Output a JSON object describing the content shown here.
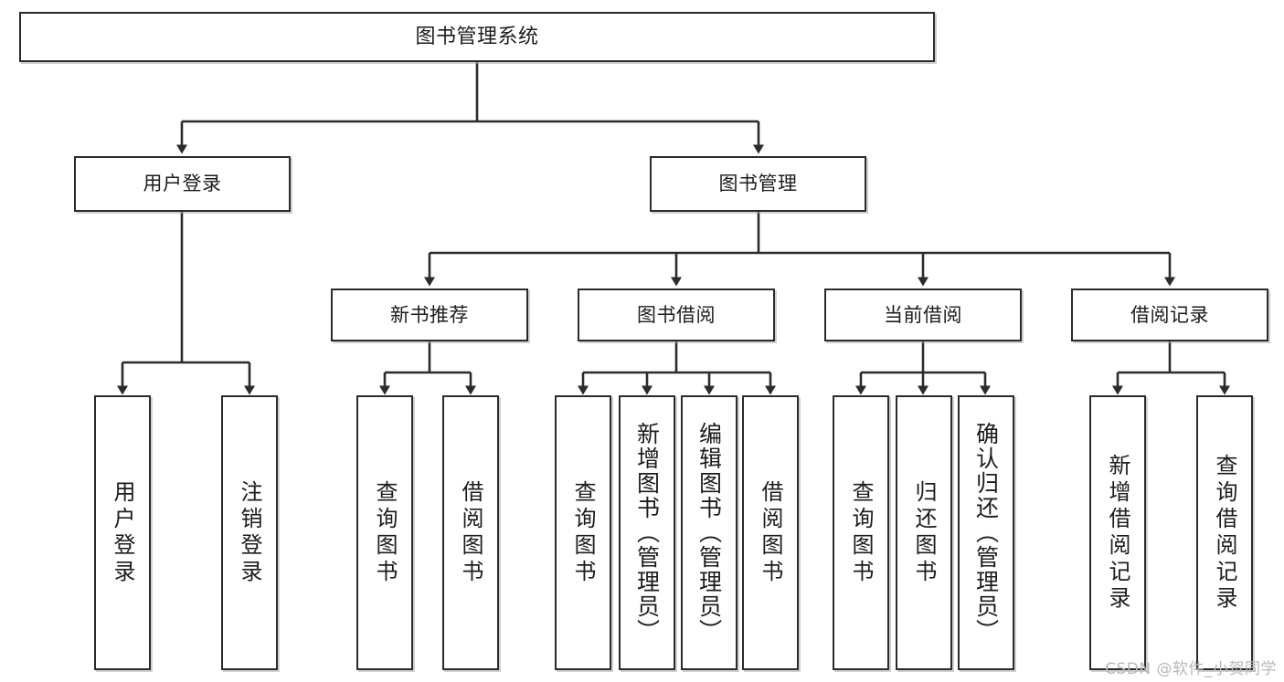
{
  "diagram": {
    "title": "图书管理系统",
    "type": "tree-hierarchy",
    "watermark": "CSDN @软件_小贺同学",
    "colors": {
      "stroke": "#2b2b2b",
      "fill": "#ffffff",
      "text": "#1c1c1c",
      "watermark": "#b8b8b8"
    },
    "nodes": {
      "root": "图书管理系统",
      "level1": [
        "用户登录",
        "图书管理"
      ],
      "level2": [
        "新书推荐",
        "图书借阅",
        "当前借阅",
        "借阅记录"
      ],
      "leaves": {
        "user_login": [
          "用户登录",
          "注销登录"
        ],
        "new_book": [
          "查询图书",
          "借阅图书"
        ],
        "book_borrow": [
          "查询图书",
          "新增图书（管理员）",
          "编辑图书（管理员）",
          "借阅图书"
        ],
        "current_borrow": [
          "查询图书",
          "归还图书",
          "确认归还（管理员）"
        ],
        "borrow_record": [
          "新增借阅记录",
          "查询借阅记录"
        ]
      }
    }
  }
}
